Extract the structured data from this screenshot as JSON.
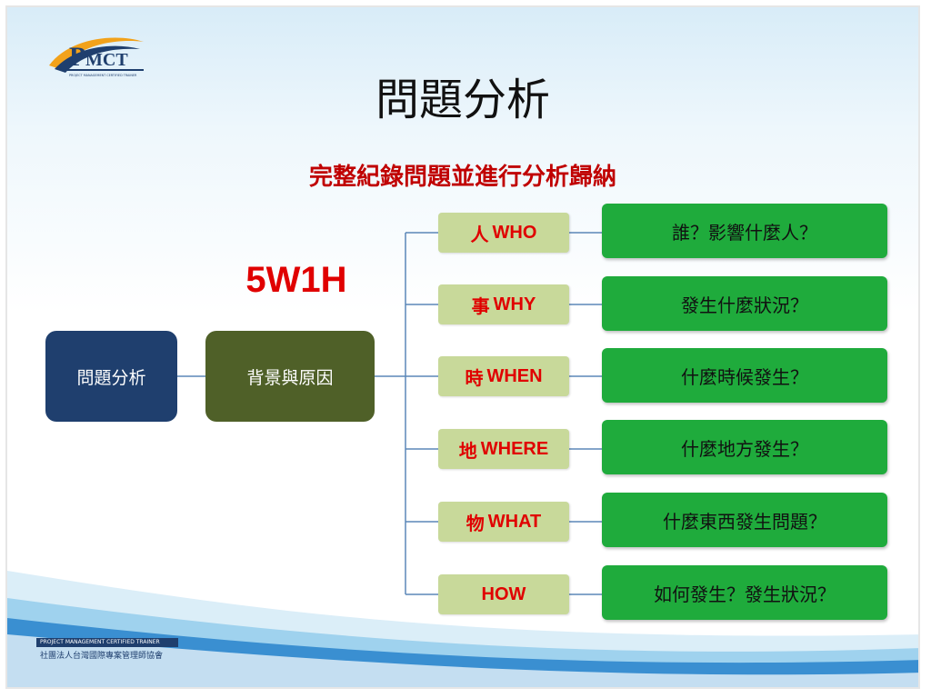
{
  "title": "問題分析",
  "subtitle": "完整紀錄問題並進行分析歸納",
  "label_5w1h": "5W1H",
  "logo": {
    "text": "MCT",
    "text_initial": "P",
    "tagline": "PROJECT MANAGEMENT CERTIFIED TRAINER"
  },
  "root_node": "問題分析",
  "mid_node": "背景與原因",
  "rows": [
    {
      "han": "人",
      "en": "WHO",
      "answer": "誰？影響什麼人？"
    },
    {
      "han": "事",
      "en": "WHY",
      "answer": "發生什麼狀況？"
    },
    {
      "han": "時",
      "en": "WHEN",
      "answer": "什麼時候發生？"
    },
    {
      "han": "地",
      "en": "WHERE",
      "answer": "什麼地方發生？"
    },
    {
      "han": "物",
      "en": "WHAT",
      "answer": "什麼東西發生問題？"
    },
    {
      "han": "",
      "en": "HOW",
      "answer": "如何發生？發生狀況？"
    }
  ],
  "footer": {
    "banner": "PROJECT MANAGEMENT CERTIFIED TRAINER",
    "org": "社團法人台灣國際專案管理師協會"
  },
  "colors": {
    "root": "#1f3f6e",
    "mid": "#4f6028",
    "category": "#c8d99a",
    "answer": "#1fab3c",
    "accent_red": "#e00000"
  }
}
